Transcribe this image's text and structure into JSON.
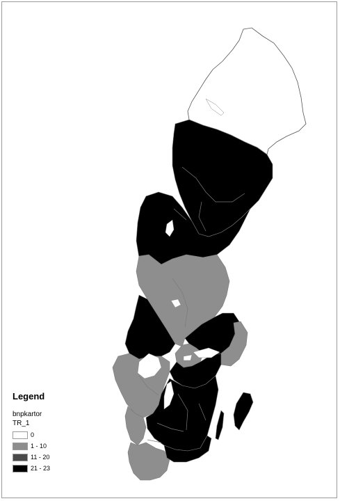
{
  "legend": {
    "title": "Legend",
    "layer": "bnpkartor",
    "field": "TR_1",
    "classes": [
      {
        "label": "0",
        "color": "#ffffff"
      },
      {
        "label": "1 - 10",
        "color": "#8e8e8e"
      },
      {
        "label": "11 - 20",
        "color": "#4a4a4a"
      },
      {
        "label": "21 - 23",
        "color": "#000000"
      }
    ]
  },
  "map": {
    "colors": {
      "class_0": "#ffffff",
      "class_1_10": "#8e8e8e",
      "class_11_20": "#4a4a4a",
      "class_21_23": "#000000",
      "border": "#7a7a7a",
      "lake": "#ffffff"
    }
  }
}
